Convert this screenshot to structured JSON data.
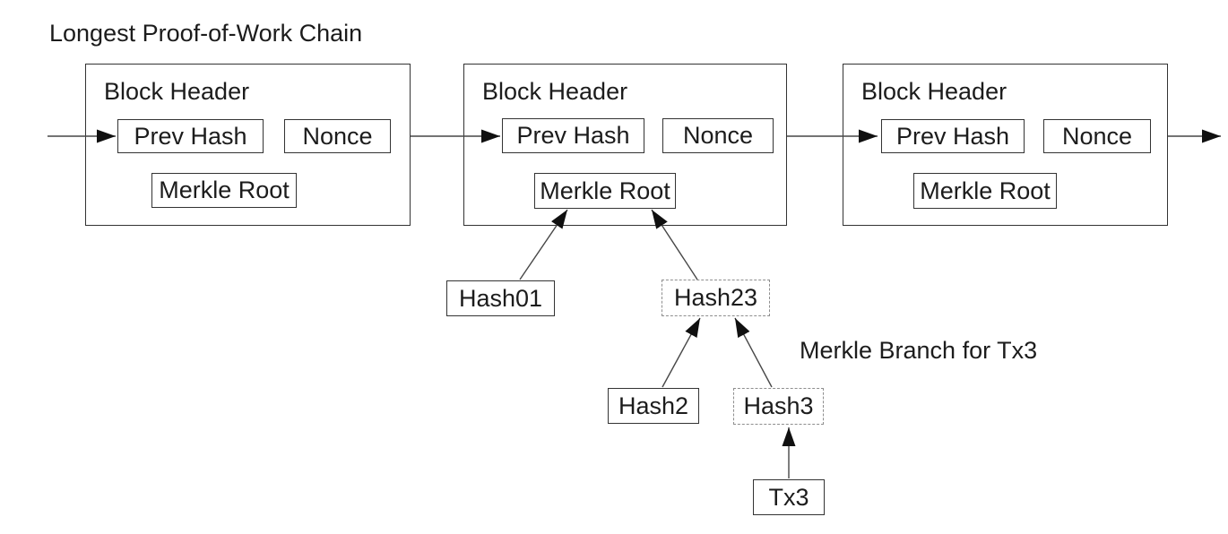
{
  "title": "Longest Proof-of-Work Chain",
  "blocks": [
    {
      "header": "Block Header",
      "prev_hash": "Prev Hash",
      "nonce": "Nonce",
      "merkle_root": "Merkle Root"
    },
    {
      "header": "Block Header",
      "prev_hash": "Prev Hash",
      "nonce": "Nonce",
      "merkle_root": "Merkle Root"
    },
    {
      "header": "Block Header",
      "prev_hash": "Prev Hash",
      "nonce": "Nonce",
      "merkle_root": "Merkle Root"
    }
  ],
  "merkle_tree": {
    "hash01": "Hash01",
    "hash23": "Hash23",
    "hash2": "Hash2",
    "hash3": "Hash3",
    "tx3": "Tx3",
    "branch_label": "Merkle Branch for Tx3"
  },
  "colors": {
    "background": "#ffffff",
    "text": "#1c1c1c",
    "solid_border": "#333333",
    "dashed_border": "#8e8e8e",
    "arrow_line": "#474747",
    "arrowhead": "#101010"
  }
}
